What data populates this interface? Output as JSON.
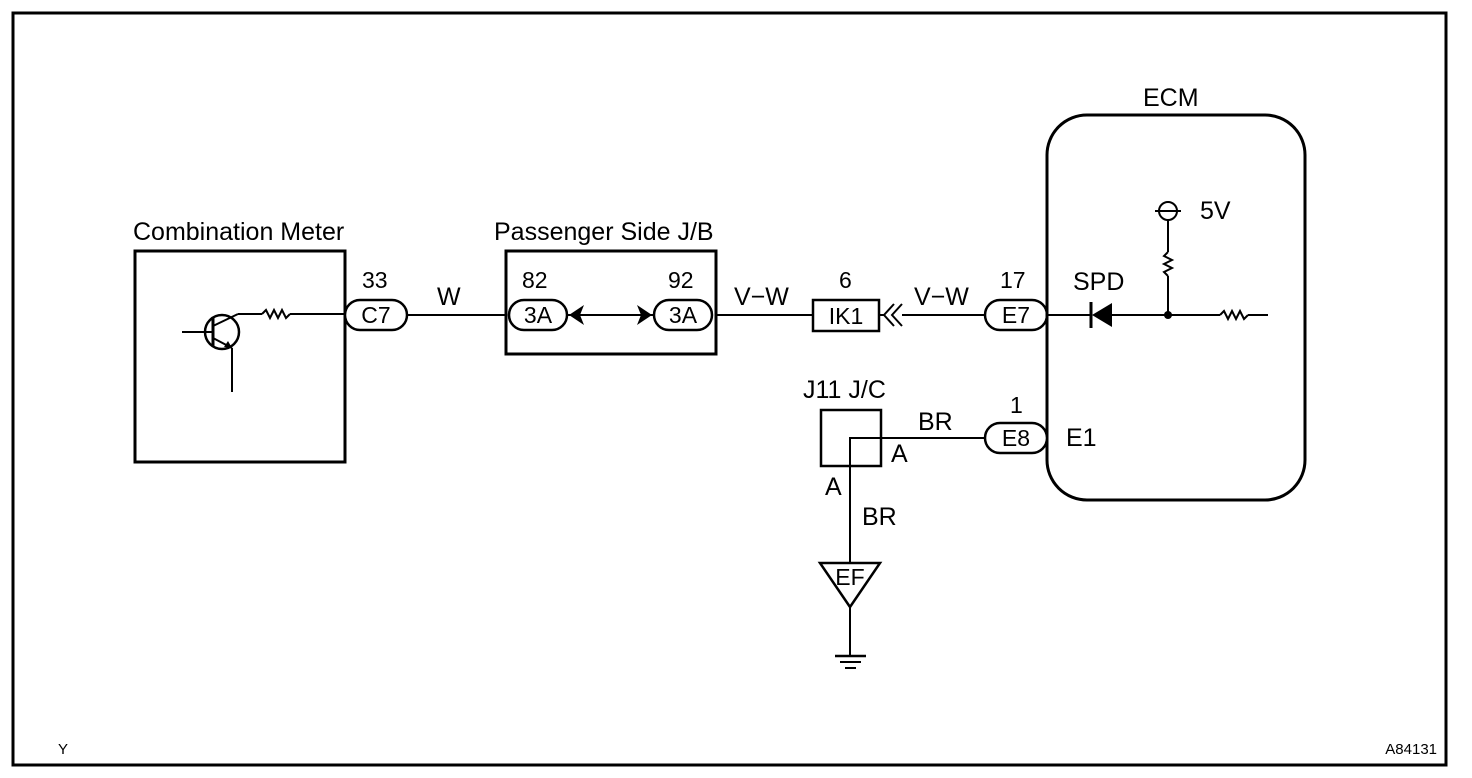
{
  "components": {
    "combination_meter": "Combination Meter",
    "passenger_jb": "Passenger Side J/B",
    "ecm": "ECM",
    "j11_jc": "J11 J/C"
  },
  "connectors": {
    "c7": {
      "label": "C7",
      "pin": "33"
    },
    "jb_in": {
      "label": "3A",
      "pin": "82"
    },
    "jb_out": {
      "label": "3A",
      "pin": "92"
    },
    "ik1": {
      "label": "IK1",
      "pin": "6"
    },
    "e7": {
      "label": "E7",
      "pin": "17"
    },
    "e8": {
      "label": "E8",
      "pin": "1"
    }
  },
  "wires": {
    "w1": "W",
    "w2": "V−W",
    "w3": "V−W",
    "br_horizontal": "BR",
    "br_vertical": "BR"
  },
  "ecm_internal": {
    "supply": "5V",
    "signal": "SPD",
    "terminal_e1": "E1"
  },
  "jc_terminals": {
    "a_right": "A",
    "a_bottom": "A"
  },
  "ground": {
    "label": "EF"
  },
  "footer": {
    "left": "Y",
    "right": "A84131"
  }
}
